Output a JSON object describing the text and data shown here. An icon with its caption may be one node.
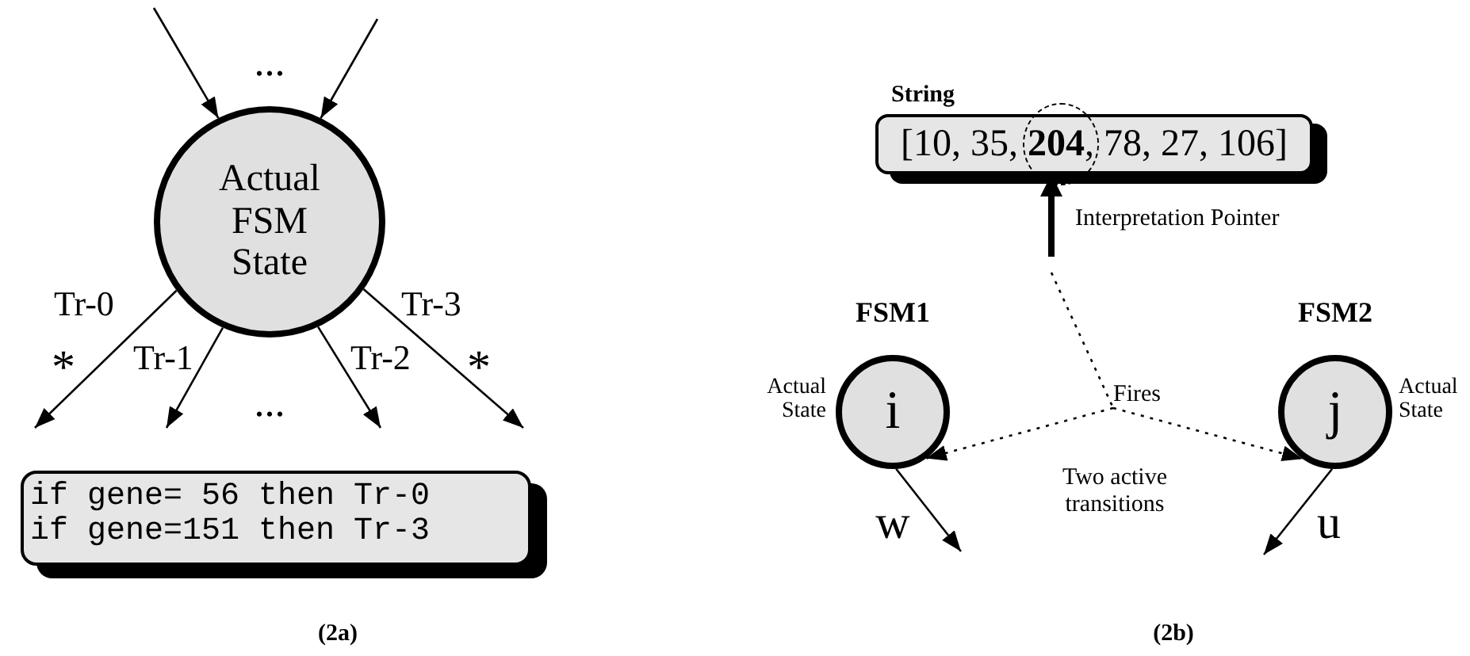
{
  "diagram": {
    "nodes": [
      {
        "text": [
          "Actual FSM State"
        ]
      },
      {
        "text": [
          "if gene= 56 then Tr-0",
          "if gene=151 then Tr-3"
        ]
      },
      {
        "text": [
          "String",
          "[10, 35, **204**, 78, 27, 106]"
        ]
      },
      {
        "text": [
          "Fires"
        ]
      },
      {
        "text": [
          "FSM1",
          "i"
        ],
        "beside": [
          "Actual State"
        ]
      },
      {
        "text": [
          "FSM2",
          "j"
        ],
        "beside": [
          "Actual State"
        ]
      }
    ],
    "edges": [
      {
        "from": null,
        "to": 0,
        "arrow": "to"
      },
      {
        "from": null,
        "to": 0,
        "arrow": "to"
      },
      {
        "from": 0,
        "to": null,
        "arrow": "to",
        "label": "Tr-0"
      },
      {
        "from": 0,
        "to": null,
        "arrow": "to",
        "label": "Tr-1"
      },
      {
        "from": 0,
        "to": null,
        "arrow": "to",
        "label": "Tr-2"
      },
      {
        "from": 0,
        "to": null,
        "arrow": "to",
        "label": "Tr-3"
      },
      {
        "from": null,
        "to": 2,
        "arrow": "to",
        "style": "thick",
        "label": "Interpretation Pointer"
      },
      {
        "from": null,
        "to": 3,
        "arrow": "none",
        "style": "dashed"
      },
      {
        "from": 3,
        "to": 4,
        "arrow": "to",
        "style": "dashed"
      },
      {
        "from": 3,
        "to": 5,
        "arrow": "to",
        "style": "dashed"
      },
      {
        "from": 4,
        "to": null,
        "arrow": "to",
        "label": "w"
      },
      {
        "from": 5,
        "to": null,
        "arrow": "to",
        "label": "u"
      }
    ],
    "labels": [
      "...",
      "*",
      "*",
      "...",
      "(2a)",
      "Two active transitions",
      "(2b)"
    ]
  }
}
